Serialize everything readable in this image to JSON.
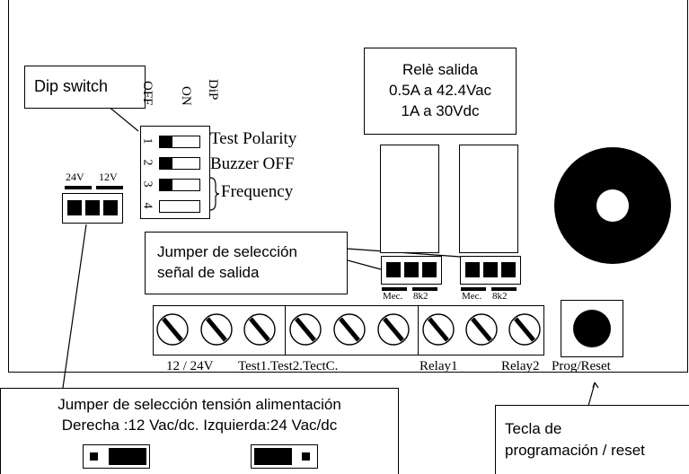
{
  "callouts": {
    "dip_switch": "Dip switch",
    "relay_line1": "Relè salida",
    "relay_line2": "0.5A a 42.4Vac",
    "relay_line3": "1A a 30Vdc",
    "jumper_signal_line1": "Jumper de selección",
    "jumper_signal_line2": "señal de salida",
    "jumper_voltage_line1": "Jumper de selección tensión alimentación",
    "jumper_voltage_line2": "Derecha :12 Vac/dc. Izquierda:24 Vac/dc",
    "key_line1": "Tecla de",
    "key_line2": "programación / reset"
  },
  "dip": {
    "header_off": "OFF",
    "header_on": "ON",
    "header_dip": "DiP",
    "numbers": [
      "1",
      "2",
      "3",
      "4"
    ],
    "label_test_polarity": "Test Polarity",
    "label_buzzer": "Buzzer OFF",
    "label_frequency": "Frequency"
  },
  "power_jumper": {
    "label_24": "24V",
    "label_12": "12V"
  },
  "signal_jumpers": {
    "mec_1": "Mec.",
    "k2_1": "8k2",
    "mec_2": "Mec.",
    "k2_2": "8k2"
  },
  "terminals": {
    "label_power": "12 / 24V",
    "label_tests": "Test1.Test2.TectC.",
    "label_relay1": "Relay1",
    "label_relay2": "Relay2",
    "label_prog": "Prog/Reset"
  }
}
